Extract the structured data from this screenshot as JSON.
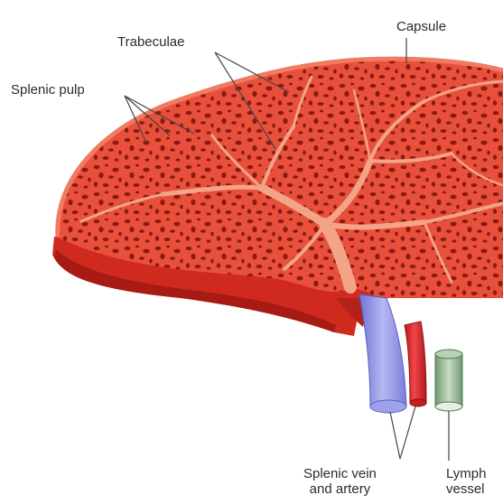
{
  "labels": {
    "capsule": "Capsule",
    "trabeculae": "Trabeculae",
    "splenic_pulp": "Splenic pulp",
    "vein_artery_line1": "Splenic vein",
    "vein_artery_line2": "and artery",
    "lymph_line1": "Lymph",
    "lymph_line2": "vessel"
  },
  "colors": {
    "background": "#ffffff",
    "pulp": "#e8503c",
    "pulp_dark": "#c8281c",
    "underside": "#d02a1e",
    "holes": "#8a1a12",
    "trabeculae": "#f3a486",
    "vein": "#8b8fe0",
    "artery": "#d8262a",
    "lymph_vessel": "#9dbb9a",
    "leader_lines": "#444444",
    "text": "#2b2b2b"
  }
}
